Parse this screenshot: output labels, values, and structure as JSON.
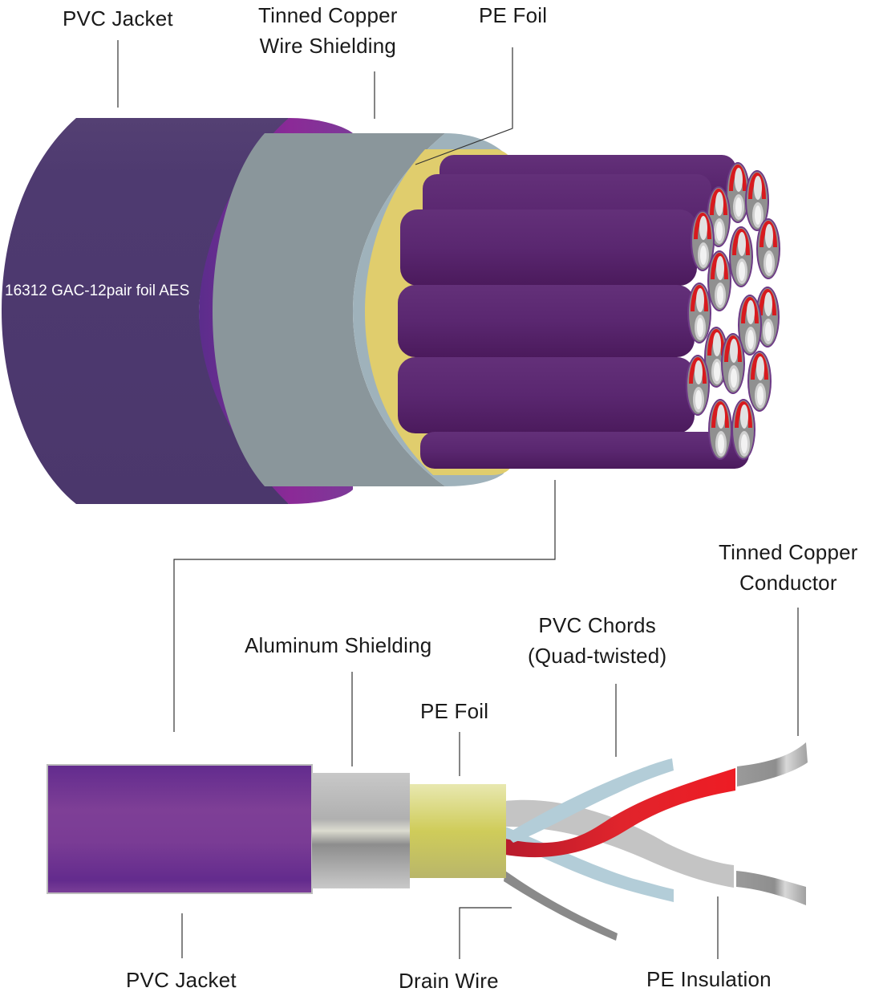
{
  "top_cable": {
    "labels": {
      "jacket": "PVC Jacket",
      "shield_line1": "Tinned Copper",
      "shield_line2": "Wire Shielding",
      "foil": "PE Foil"
    },
    "print_text": "16312 GAC-12pair foil AES",
    "pair_count": 12,
    "colors": {
      "jacket": "#4e3a70",
      "jacket_rim": "#7e2b96",
      "shield": "#8a969b",
      "shield_rim": "#9fb2bb",
      "foil": "#e0cd6d",
      "sub_jacket": "#5a2770",
      "insulation_red": "#e0141c",
      "conductor_grey": "#9a9a9a"
    }
  },
  "bottom_cable": {
    "labels": {
      "aluminum": "Aluminum Shielding",
      "foil": "PE Foil",
      "chords_line1": "PVC Chords",
      "chords_line2": "(Quad-twisted)",
      "conductor_line1": "Tinned Copper",
      "conductor_line2": "Conductor",
      "jacket": "PVC Jacket",
      "drain": "Drain Wire",
      "insulation": "PE Insulation"
    },
    "colors": {
      "jacket": "#6f2f92",
      "aluminum": "#b9b9b9",
      "foil": "#cfcf82",
      "chord_blue": "#b3cdd8",
      "chord_red": "#d81f2a",
      "chord_grey": "#c4c4c4",
      "conductor": "#9a9a9a"
    }
  }
}
